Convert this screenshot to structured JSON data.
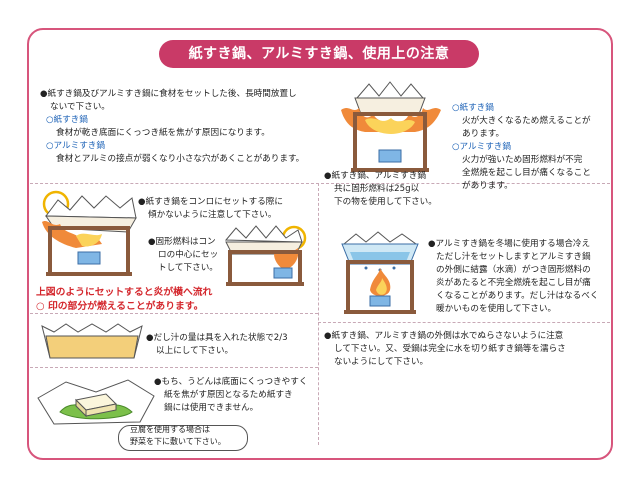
{
  "title": "紙すき鍋、アルミすき鍋、使用上の注意",
  "section1": {
    "intro": [
      "●紙すき鍋及びアルミすき鍋に食材をセットした後、長時間放置し",
      "ないで下さい。"
    ],
    "paper_heading": "○紙すき鍋",
    "paper_text": "食材が乾き底面にくっつき紙を焦がす原因になります。",
    "alu_heading": "○アルミすき鍋",
    "alu_text": "食材とアルミの接点が弱くなり小さな穴があくことがあります。"
  },
  "section_right_top": {
    "fuel_text": [
      "●紙すき鍋、アルミすき鍋",
      "共に固形燃料は25g以",
      "下の物を使用して下さい。"
    ],
    "paper_heading": "○紙すき鍋",
    "paper_text": [
      "火が大きくなるため燃えることが",
      "あります。"
    ],
    "alu_heading": "○アルミすき鍋",
    "alu_text": [
      "火力が強いため固形燃料が不完",
      "全燃焼を起こし目が痛くなること",
      "があります。"
    ]
  },
  "section2": {
    "stove_text": [
      "●紙すき鍋をコンロにセットする際に",
      "傾かないように注意して下さい。"
    ],
    "center_text": [
      "●固形燃料はコン",
      "ロの中心にセッ",
      "トして下さい。"
    ],
    "warning": [
      "上図のようにセットすると炎が横へ流れ",
      "○ 印の部分が燃えることがあります。"
    ]
  },
  "section_right_mid": {
    "winter_text": [
      "●アルミすき鍋を冬場に使用する場合冷え",
      "ただし汁をセットしますとアルミすき鍋",
      "の外側に結露（水滴）がつき固形燃料の",
      "炎があたると不完全燃焼を起こし目が痛",
      "くなることがあります。だし汁はなるべく",
      "暖かいものを使用して下さい。"
    ]
  },
  "section3": {
    "broth_text": [
      "●だし汁の量は具を入れた状態で2/3",
      "以上にして下さい。"
    ]
  },
  "section_right_bottom": {
    "wet_text": [
      "●紙すき鍋、アルミすき鍋の外側は水でぬらさないように注意",
      "して下さい。又、受鍋は完全に水を切り紙すき鍋等を濡らさ",
      "ないようにして下さい。"
    ]
  },
  "section4": {
    "mochi_text": [
      "●もち、うどんは底面にくっつきやすく",
      "紙を焦がす原因となるため紙すき",
      "鍋には使用できません。"
    ],
    "tofu_note": [
      "豆腐を使用する場合は",
      "野菜を下に敷いて下さい。"
    ]
  },
  "colors": {
    "accent": "#c93a67",
    "frame": "#d7557c",
    "blue_heading": "#1e63b7",
    "warning_red": "#d4272d",
    "pot_brown": "#8a5a3c",
    "flame": "#f08a3a",
    "broth": "#f3cf7a"
  }
}
